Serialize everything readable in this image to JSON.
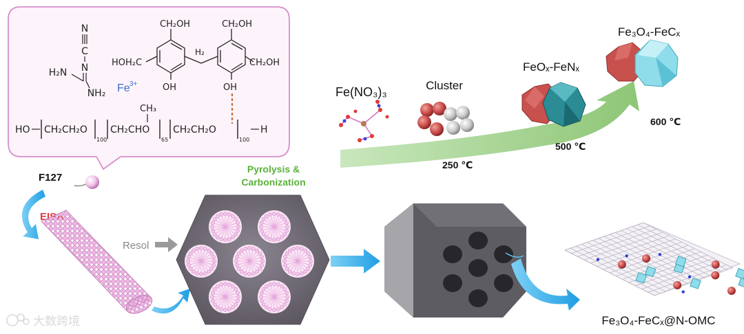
{
  "molecules": {
    "cyano_top": "N",
    "cyano_bond": "≡",
    "cyano_c": "C",
    "cyano_n2": "N",
    "amine_h2n": "H₂N",
    "amine_nh2": "NH₂",
    "iron_ion": "Fe",
    "iron_charge": "3+",
    "ch2oh_1": "CH₂OH",
    "ch2oh_2": "CH₂OH",
    "hoh2c": "HOH₂C",
    "ch2oh_3": "CH₂OH",
    "bridge": "H₂",
    "oh_1": "OH",
    "oh_2": "OH",
    "ch3": "CH₃",
    "polymer_left": "HO",
    "polymer_seg1": "CH₂CH₂O",
    "sub_100a": "100",
    "polymer_seg2": "CH₂CHO",
    "sub_65": "65",
    "polymer_seg3": "CH₂CH₂O",
    "sub_100b": "100",
    "polymer_right": "H"
  },
  "labels": {
    "f127": "F127",
    "eisa": "EISA",
    "resol": "Resol",
    "pyrolysis_1": "Pyrolysis &",
    "pyrolysis_2": "Carbonization",
    "fe_nitrate": "Fe(NO₃)₃",
    "cluster": "Cluster",
    "feox_fenx": "FeOₓ-FeNₓ",
    "fe3o4_fecx_top": "Fe₃O₄-FeCₓ",
    "temp_250": "250 ℃",
    "temp_500": "500 ℃",
    "temp_600": "600 ℃",
    "product": "Fe₃O₄-FeCₓ@N-OMC",
    "watermark": "大数跨境"
  },
  "colors": {
    "pink": "#f3c6ec",
    "pink_dark": "#d58fcb",
    "green_arrow": "#9ccf8a",
    "blue_arrow": "#2aa8e8",
    "hex_fill": "#6d6870",
    "dark_gray": "#4a4a4e",
    "iron_red": "#c84a48",
    "teal": "#2b8c95",
    "label_green": "#5ab13a",
    "label_red": "#e33a3a",
    "label_blue": "#3d6fcf"
  },
  "icons": {
    "f127": "lollipop-micelle-icon",
    "rod": "cylinder-micelle-icon",
    "hexagon": "mesoporous-hexagon-icon",
    "prism": "carbon-prism-icon",
    "sheet": "carbon-lattice-icon",
    "watermark": "brand-logo-icon"
  }
}
